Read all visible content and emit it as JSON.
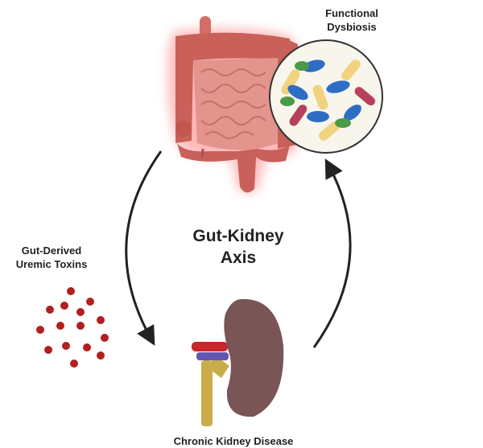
{
  "labels": {
    "dysbiosis": [
      "Functional",
      "Dysbiosis"
    ],
    "axis": [
      "Gut-Kidney",
      "Axis"
    ],
    "toxins": [
      "Gut-Derived",
      "Uremic Toxins"
    ],
    "ckd": "Chronic Kidney Disease"
  },
  "colors": {
    "intestine": "#c9605a",
    "small_intestine": "#e3948c",
    "glow": "#ff6b6b",
    "kidney": "#7a5555",
    "toxin": "#b21f1f",
    "arrow": "#222222"
  }
}
